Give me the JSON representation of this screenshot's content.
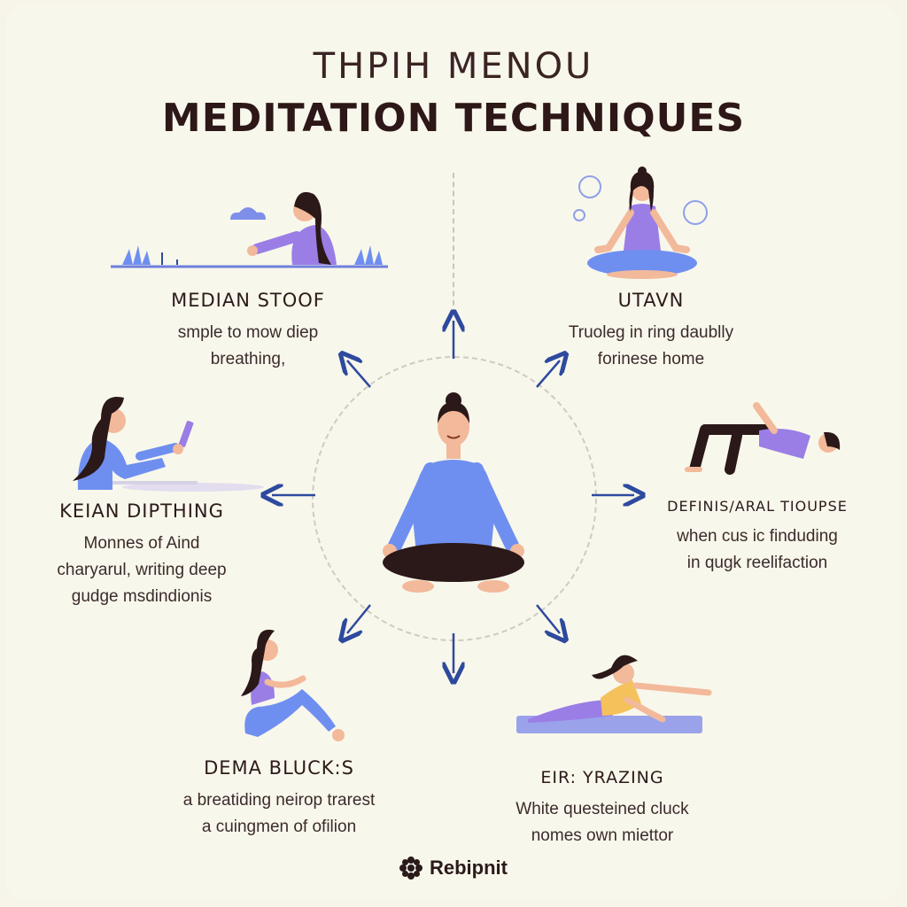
{
  "header": {
    "supertitle": "THPIH MENOU",
    "title": "MEDITATION TECHNIQUES"
  },
  "techniques": [
    {
      "heading": "MEDIAN STOOF",
      "lines": [
        "smple to mow diep",
        "breathing,"
      ]
    },
    {
      "heading": "UTAVN",
      "lines": [
        "Truoleg in ring daublly",
        "forinese home"
      ]
    },
    {
      "heading": "KEIAN DIPTHING",
      "lines": [
        "Monnes of Aind",
        "charyarul, writing deep",
        "gudge msdindionis"
      ]
    },
    {
      "heading": "DEFINIS/ARAL TIOUPSE",
      "lines": [
        "when cus ic finduding",
        "in qugk reelifaction"
      ]
    },
    {
      "heading": "DEMA BLUCK:S",
      "lines": [
        "a breatiding neirop trarest",
        "a cuingmen of ofilion"
      ]
    },
    {
      "heading": "EIR: YRAZING",
      "lines": [
        "White questeined cluck",
        "nomes own miettor"
      ]
    }
  ],
  "footer": {
    "brand": "Rebipnit",
    "logo_icon": "flower-logo-icon"
  },
  "colors": {
    "background": "#f8f7ec",
    "accent_purple": "#9a7ee6",
    "accent_blue": "#6f8ff0",
    "arrow": "#2e4a9e",
    "dark": "#2b1a1a"
  }
}
